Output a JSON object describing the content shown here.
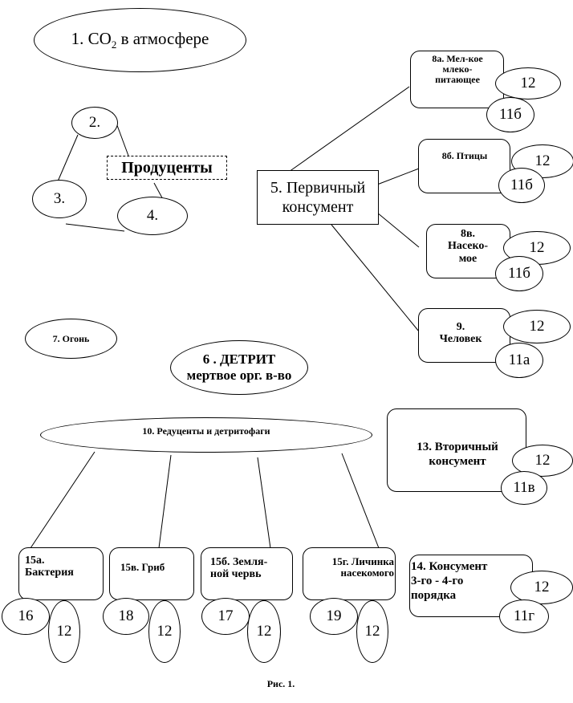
{
  "nodes": {
    "co2": {
      "text": "1. CO",
      "sub": "2",
      "tail": " в атмосфере"
    },
    "n2": "2.",
    "n3": "3.",
    "n4": "4.",
    "producers": "Продуценты",
    "primary": "5. Первичный\nконсумент",
    "fire": "7. Огонь",
    "detritus": "6 . ДЕТРИТ\nмертвое орг. в-во",
    "reducers": "10. Редуценты и детритофаги",
    "mammals": "8а.  Мел-кое\nмлеко-\nпитающее",
    "birds": "8б. Птицы",
    "insect": "8в.\nНасеко-\nмое",
    "human": "9.\nЧеловек",
    "secondary": "13. Вторичный\nконсумент",
    "tertiary": "14. Консумент\n3-го - 4-го\nпорядка",
    "bacteria": "15а.\nБактерия",
    "fungus": "15в. Гриб",
    "worm": "15б.   Земля-\nной червь",
    "larva": "15г. Личинка\nнасекомого"
  },
  "badges": {
    "m12": "12",
    "m11": "11б",
    "b12": "12",
    "b11": "11б",
    "i12": "12",
    "i11": "11б",
    "h12": "12",
    "h11": "11а",
    "s12": "12",
    "s11": "11в",
    "t12": "12",
    "t11": "11г",
    "ba16": "16",
    "ba12": "12",
    "f18": "18",
    "f12": "12",
    "w17": "17",
    "w12": "12",
    "l19": "19",
    "l12": "12"
  },
  "caption": "Рис. 1."
}
